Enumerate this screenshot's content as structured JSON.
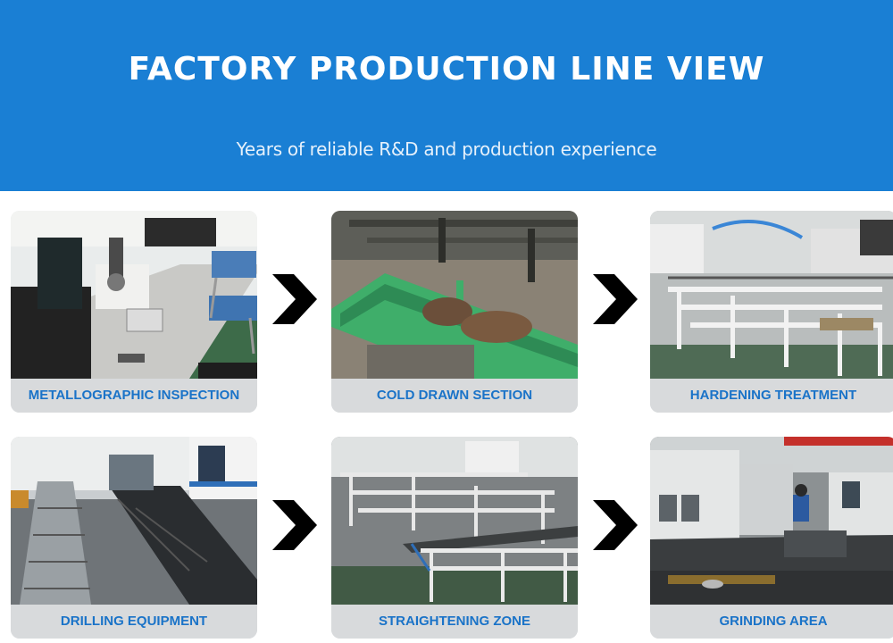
{
  "header": {
    "title": "FACTORY PRODUCTION LINE VIEW",
    "subtitle": "Years of reliable R&D and production experience",
    "background_color": "#1a7fd4"
  },
  "steps": [
    {
      "label": "METALLOGRAPHIC INSPECTION",
      "image": "lab-microscope-photo"
    },
    {
      "label": "COLD DRAWN SECTION",
      "image": "cold-drawn-conveyor-photo"
    },
    {
      "label": "HARDENING TREATMENT",
      "image": "hardening-line-photo"
    },
    {
      "label": "DRILLING EQUIPMENT",
      "image": "drilling-machine-photo"
    },
    {
      "label": "STRAIGHTENING ZONE",
      "image": "straightening-racks-photo"
    },
    {
      "label": "GRINDING AREA",
      "image": "grinding-machine-photo"
    }
  ],
  "arrow_icon": "chevron-right-icon",
  "label_color": "#1a73c8"
}
